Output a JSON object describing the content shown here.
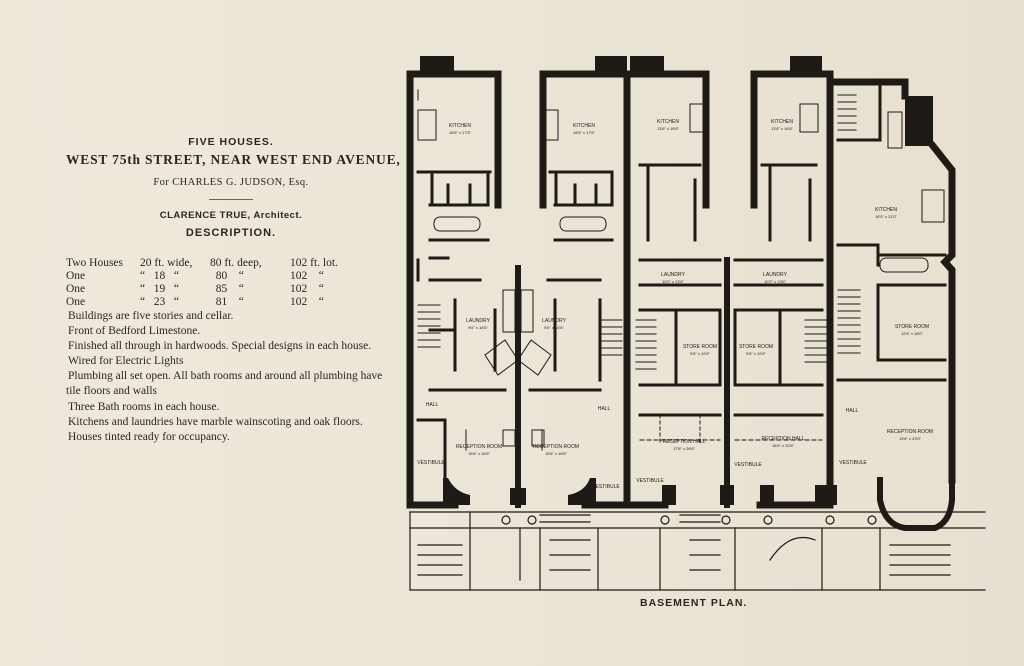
{
  "header": {
    "title_small": "FIVE HOUSES.",
    "title_main": "WEST 75th STREET, NEAR WEST END AVENUE,",
    "for_line": "For CHARLES G. JUDSON, Esq.",
    "architect": "CLARENCE TRUE, Architect.",
    "description_heading": "DESCRIPTION."
  },
  "lots": [
    {
      "count": "Two Houses",
      "width": "20 ft. wide,",
      "depth": "80 ft. deep,",
      "lot": "102 ft. lot."
    },
    {
      "count": "One",
      "width": "18",
      "depth": "80",
      "lot": "102"
    },
    {
      "count": "One",
      "width": "19",
      "depth": "85",
      "lot": "102"
    },
    {
      "count": "One",
      "width": "23",
      "depth": "81",
      "lot": "102"
    }
  ],
  "ditto": "“",
  "description": [
    "Buildings are five stories and cellar.",
    "Front of Bedford Limestone.",
    "Finished all through in hardwoods. Special designs in each house.",
    "Wired for Electric Lights",
    "Plumbing all set open. All bath rooms and around all plumbing have tile floors and walls",
    "Three Bath rooms in each house.",
    "Kitchens and laundries have marble wainscoting and oak floors.",
    "Houses tinted ready for occupancy."
  ],
  "plan": {
    "title": "BASEMENT PLAN.",
    "labels": {
      "kitchen": "KITCHEN",
      "laundry": "LAUNDRY",
      "store_room": "STORE ROOM",
      "reception_room": "RECEPTION ROOM",
      "reception_hall": "RECEPTION HALL",
      "hall": "HALL",
      "vestibule": "VESTIBULE"
    },
    "dims": {
      "k1": "16'6\" x 17'6\"",
      "k2": "16'6\" x 17'6\"",
      "k3": "13'6\" x 16'6\"",
      "k4": "13'6\" x 16'6\"",
      "k5": "16'0\" x 21'0\"",
      "l1": "9'6\" x 16'6\"",
      "l2": "9'6\" x 16'6\"",
      "l3": "10'2\" x 13'6\"",
      "l4": "10'2\" x 13'6\"",
      "s1": "9'6\" x 12'6\"",
      "s2": "9'6\" x 12'6\"",
      "s3": "12'6\" x 18'0\"",
      "rr1": "15'6\" x 16'6\"",
      "rr2": "15'6\" x 16'6\"",
      "rh1": "17'6\" x 26'6\"",
      "rh2": "16'6\" x 20'6\"",
      "rr3": "13'6\" x 23'0\""
    }
  }
}
